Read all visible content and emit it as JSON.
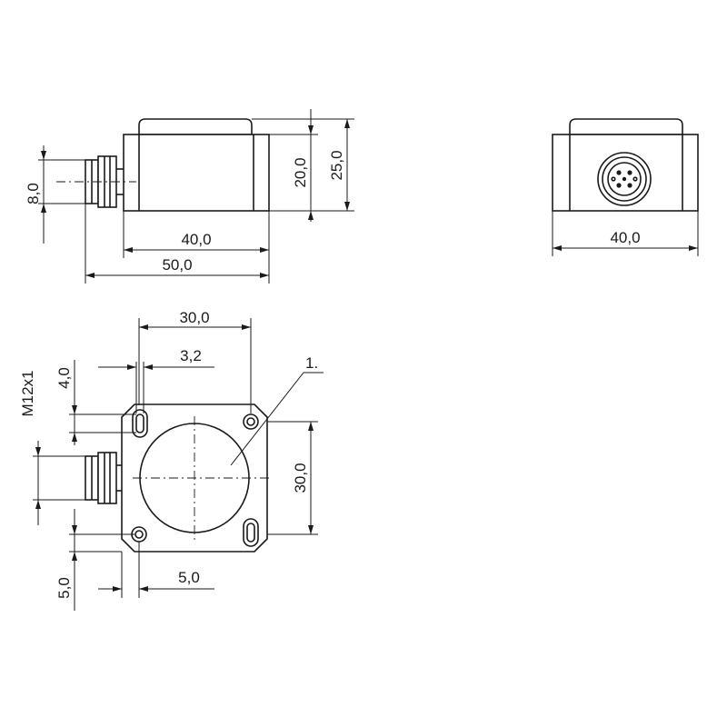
{
  "side_view": {
    "dim_width": "40,0",
    "dim_total_length": "50,0",
    "dim_body_height": "20,0",
    "dim_total_height": "25,0",
    "dim_connector_height": "8,0"
  },
  "end_view": {
    "dim_width": "40,0"
  },
  "top_view": {
    "dim_hole_spacing": "30,0",
    "dim_slot_width": "3,2",
    "dim_slot_length": "4,0",
    "dim_thread": "M12x1",
    "dim_vertical_spacing": "30,0",
    "dim_offset_y": "5,0",
    "dim_offset_x": "5,0",
    "callout": "1."
  }
}
